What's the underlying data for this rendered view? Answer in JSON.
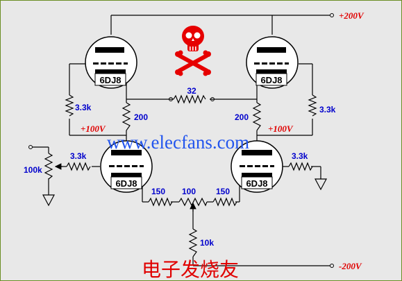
{
  "supply": {
    "positive": "+200V",
    "negative": "-200V"
  },
  "tubes": {
    "top_left": "6DJ8",
    "top_right": "6DJ8",
    "bottom_left": "6DJ8",
    "bottom_right": "6DJ8"
  },
  "resistors": {
    "r_top_left_feedback": "3.3k",
    "r_top_right_feedback": "3.3k",
    "r_bridge": "32",
    "r_left_cathode": "200",
    "r_right_cathode": "200",
    "r_left_grid": "3.3k",
    "r_right_grid": "3.3k",
    "pot_input": "100k",
    "r_left_tail": "150",
    "pot_balance": "100",
    "r_right_tail": "150",
    "r_tail": "10k"
  },
  "nodes": {
    "left_mid": "+100V",
    "right_mid": "+100V"
  },
  "watermark": "www.elecfans.com",
  "site_name": "电子发烧友",
  "colors": {
    "wire": "#000000",
    "label": "#0000cc",
    "voltage": "#e00000",
    "skull": "#e60000"
  }
}
